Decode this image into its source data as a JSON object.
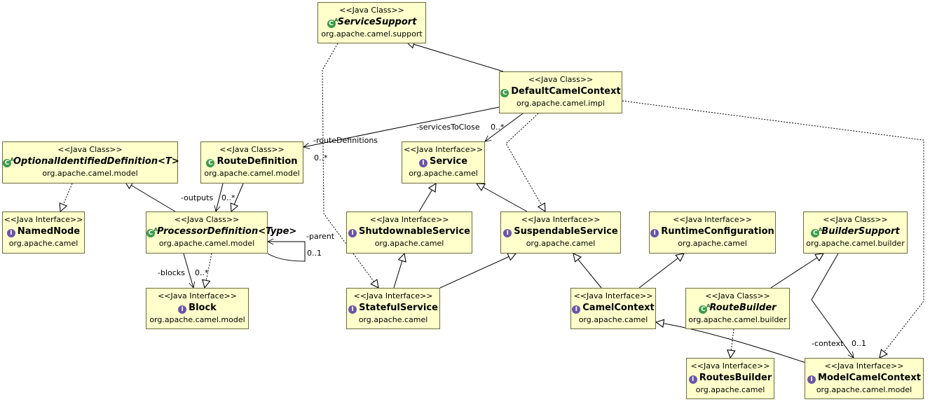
{
  "nodes": {
    "service_support": {
      "stereotype": "<<Java Class>>",
      "name": "ServiceSupport",
      "package": "org.apache.camel.support",
      "icon": "class-icon",
      "abstract": true
    },
    "default_camel_context": {
      "stereotype": "<<Java Class>>",
      "name": "DefaultCamelContext",
      "package": "org.apache.camel.impl",
      "icon": "class-icon",
      "abstract": false
    },
    "optional_identified_definition": {
      "stereotype": "<<Java Class>>",
      "name": "OptionalIdentifiedDefinition<T>",
      "package": "org.apache.camel.model",
      "icon": "class-icon",
      "abstract": true
    },
    "route_definition": {
      "stereotype": "<<Java Class>>",
      "name": "RouteDefinition",
      "package": "org.apache.camel.model",
      "icon": "class-icon",
      "abstract": false
    },
    "service": {
      "stereotype": "<<Java Interface>>",
      "name": "Service",
      "package": "org.apache.camel",
      "icon": "interface-icon",
      "abstract": false
    },
    "named_node": {
      "stereotype": "<<Java Interface>>",
      "name": "NamedNode",
      "package": "org.apache.camel",
      "icon": "interface-icon",
      "abstract": false
    },
    "processor_definition": {
      "stereotype": "<<Java Class>>",
      "name": "ProcessorDefinition<Type>",
      "package": "org.apache.camel.model",
      "icon": "class-icon",
      "abstract": true
    },
    "shutdownable_service": {
      "stereotype": "<<Java Interface>>",
      "name": "ShutdownableService",
      "package": "org.apache.camel",
      "icon": "interface-icon",
      "abstract": false
    },
    "suspendable_service": {
      "stereotype": "<<Java Interface>>",
      "name": "SuspendableService",
      "package": "org.apache.camel",
      "icon": "interface-icon",
      "abstract": false
    },
    "runtime_configuration": {
      "stereotype": "<<Java Interface>>",
      "name": "RuntimeConfiguration",
      "package": "org.apache.camel",
      "icon": "interface-icon",
      "abstract": false
    },
    "builder_support": {
      "stereotype": "<<Java Class>>",
      "name": "BuilderSupport",
      "package": "org.apache.camel.builder",
      "icon": "class-icon",
      "abstract": true
    },
    "block": {
      "stereotype": "<<Java Interface>>",
      "name": "Block",
      "package": "org.apache.camel.model",
      "icon": "interface-icon",
      "abstract": false
    },
    "stateful_service": {
      "stereotype": "<<Java Interface>>",
      "name": "StatefulService",
      "package": "org.apache.camel",
      "icon": "interface-icon",
      "abstract": false
    },
    "camel_context": {
      "stereotype": "<<Java Interface>>",
      "name": "CamelContext",
      "package": "org.apache.camel",
      "icon": "interface-icon",
      "abstract": false
    },
    "route_builder": {
      "stereotype": "<<Java Class>>",
      "name": "RouteBuilder",
      "package": "org.apache.camel.builder",
      "icon": "class-icon",
      "abstract": true
    },
    "routes_builder": {
      "stereotype": "<<Java Interface>>",
      "name": "RoutesBuilder",
      "package": "org.apache.camel",
      "icon": "interface-icon",
      "abstract": false
    },
    "model_camel_context": {
      "stereotype": "<<Java Interface>>",
      "name": "ModelCamelContext",
      "package": "org.apache.camel.model",
      "icon": "interface-icon",
      "abstract": false
    }
  },
  "edge_labels": {
    "services_to_close": "-servicesToClose",
    "services_to_close_mult": "0..*",
    "route_definitions": "-routeDefinitions",
    "route_definitions_mult": "0..*",
    "outputs": "-outputs",
    "outputs_mult": "0..*",
    "parent": "-parent",
    "parent_mult": "0..1",
    "blocks": "-blocks",
    "blocks_mult": "0..*",
    "context": "-context",
    "context_mult": "0..1"
  },
  "edges": [
    {
      "from": "default_camel_context",
      "to": "service_support",
      "kind": "generalization"
    },
    {
      "from": "default_camel_context",
      "to": "model_camel_context",
      "kind": "realization"
    },
    {
      "from": "default_camel_context",
      "to": "suspendable_service",
      "kind": "realization"
    },
    {
      "from": "default_camel_context",
      "to": "service",
      "kind": "association"
    },
    {
      "from": "default_camel_context",
      "to": "route_definition",
      "kind": "association"
    },
    {
      "from": "service_support",
      "to": "stateful_service",
      "kind": "realization"
    },
    {
      "from": "optional_identified_definition",
      "to": "named_node",
      "kind": "realization"
    },
    {
      "from": "processor_definition",
      "to": "optional_identified_definition",
      "kind": "generalization"
    },
    {
      "from": "route_definition",
      "to": "processor_definition",
      "kind": "generalization"
    },
    {
      "from": "route_definition",
      "to": "processor_definition",
      "kind": "association"
    },
    {
      "from": "processor_definition",
      "to": "processor_definition",
      "kind": "association"
    },
    {
      "from": "processor_definition",
      "to": "block",
      "kind": "association"
    },
    {
      "from": "processor_definition",
      "to": "block",
      "kind": "realization"
    },
    {
      "from": "shutdownable_service",
      "to": "service",
      "kind": "generalization"
    },
    {
      "from": "suspendable_service",
      "to": "service",
      "kind": "generalization"
    },
    {
      "from": "stateful_service",
      "to": "shutdownable_service",
      "kind": "generalization"
    },
    {
      "from": "stateful_service",
      "to": "suspendable_service",
      "kind": "generalization"
    },
    {
      "from": "camel_context",
      "to": "suspendable_service",
      "kind": "generalization"
    },
    {
      "from": "camel_context",
      "to": "runtime_configuration",
      "kind": "generalization"
    },
    {
      "from": "route_builder",
      "to": "builder_support",
      "kind": "generalization"
    },
    {
      "from": "route_builder",
      "to": "routes_builder",
      "kind": "realization"
    },
    {
      "from": "model_camel_context",
      "to": "camel_context",
      "kind": "generalization"
    },
    {
      "from": "builder_support",
      "to": "model_camel_context",
      "kind": "association"
    }
  ]
}
